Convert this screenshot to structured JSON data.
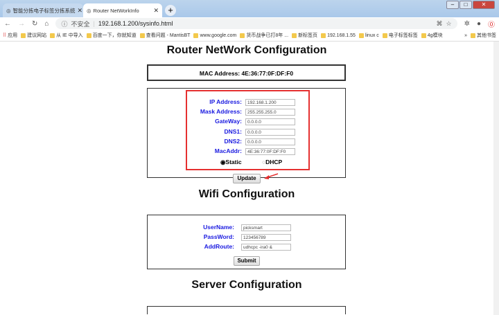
{
  "browser": {
    "tabs": [
      {
        "label": "智能分拣电子标签分拣系统"
      },
      {
        "label": "Router NetWorkInfo"
      }
    ],
    "security_label": "不安全",
    "url": "192.168.1.200/sysinfo.html",
    "bookmarks": [
      "应用",
      "建议网站",
      "从 IE 中导入",
      "百度一下，你就知道",
      "查看问题 - MantisBT",
      "www.google.com",
      "货币战争已打8年 ...",
      "新标签页",
      "192.168.1.55",
      "linux c",
      "电子标签标签",
      "4g模块"
    ],
    "other_bookmarks": "其他书签"
  },
  "router": {
    "title": "Router NetWork Configuration",
    "mac_line": "MAC Address: 4E:36:77:0F:DF:F0",
    "fields": [
      {
        "label": "IP Address:",
        "value": "192.168.1.200"
      },
      {
        "label": "Mask Address:",
        "value": "255.255.255.0"
      },
      {
        "label": "GateWay:",
        "value": "0.0.0.0"
      },
      {
        "label": "DNS1:",
        "value": "0.0.0.0"
      },
      {
        "label": "DNS2:",
        "value": "0.0.0.0"
      },
      {
        "label": "MacAddr:",
        "value": "4E:36:77:0F:DF:F0"
      }
    ],
    "mode_static": "Static",
    "mode_dhcp": "DHCP",
    "selected_mode": "Static",
    "update_label": "Update"
  },
  "wifi": {
    "title": "Wifi Configuration",
    "fields": [
      {
        "label": "UserName:",
        "value": "picksmart"
      },
      {
        "label": "PassWord:",
        "value": "123456789"
      },
      {
        "label": "AddRoute:",
        "value": "udhcpc -ira0 &"
      }
    ],
    "submit_label": "Submit"
  },
  "server": {
    "title": "Server Configuration"
  },
  "colors": {
    "label_blue": "#1a1ae0",
    "highlight_red": "#e53030"
  }
}
